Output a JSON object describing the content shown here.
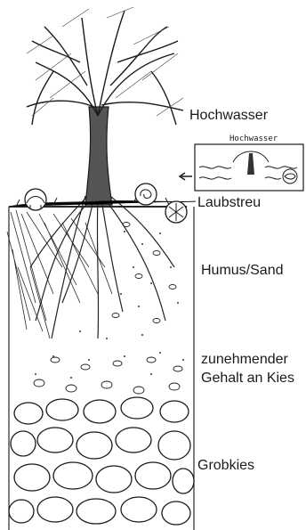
{
  "labels": {
    "hochwasser": "Hochwasser",
    "laubstreu": "Laubstreu",
    "humus_sand": "Humus/Sand",
    "kies_line1": "zunehmender",
    "kies_line2": "Gehalt an Kies",
    "grobkies": "Grobkies"
  },
  "inset": {
    "title": "Hochwasser",
    "icons": [
      "tree-icon",
      "wave-icon",
      "fish-icon"
    ]
  },
  "icons": [
    "hedgehog-icon",
    "snail-icon",
    "spider-icon",
    "arrow-icon"
  ],
  "colors": {
    "ink": "#1a1a1a",
    "background": "#ffffff"
  }
}
